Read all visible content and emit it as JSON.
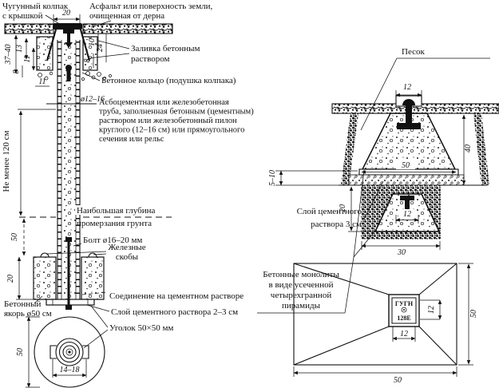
{
  "left": {
    "labels": {
      "cap": [
        "Чугунный колпак",
        "с крышкой"
      ],
      "asphalt": [
        "Асфальт или поверхность земли,",
        "очищенная от дерна"
      ],
      "grout": [
        "Заливка бетонным",
        "раствором"
      ],
      "ring": "Бетонное кольцо (подушка колпака)",
      "pipe_dia": "ø12–16",
      "pipe_note": [
        "Асбоцементная или железобетонная",
        "труба, заполненная бетонным (цементным)",
        "раствором или железобетонный пилон",
        "круглого (12–16 см) или прямоугольного",
        "сечения или рельс"
      ],
      "frost": [
        "Наибольшая глубина",
        "промерзания грунта"
      ],
      "bolt": "Болт ø16–20 мм",
      "staples": [
        "Железные",
        "скобы"
      ],
      "joint": "Соединение на цементном растворе",
      "mortar": "Слой цементного раствора 2–3 см",
      "angle": "Уголок 50×50 мм",
      "anchor": [
        "Бетонный",
        "якорь ø50 см"
      ],
      "min_depth": "Не менее 120 см"
    },
    "dims": {
      "top_width": "20",
      "d37_40": "37–40",
      "d13": "13",
      "d11a": "11",
      "d8a": "8",
      "d11b": "11",
      "d10": "10",
      "d24": "24",
      "d8b": "8",
      "d50_frost": "50",
      "d20_anchor": "20",
      "d50_plan": "50",
      "d14_18": "14–18"
    }
  },
  "right": {
    "labels": {
      "sand": "Песок",
      "cement": [
        "Слой цементного",
        "раствора 3 см"
      ],
      "monolith": [
        "Бетонные монолиты",
        "в виде усеченной",
        "четырехгранной",
        "пирамиды"
      ]
    },
    "dims": {
      "top12": "12",
      "h40": "40",
      "w50": "50",
      "d5_10": "5–10",
      "h20": "20",
      "inner12": "12",
      "w30": "30",
      "plan12r": "12",
      "plan12b": "12",
      "plan50r": "50",
      "plan50b": "50"
    },
    "plaque": [
      "ГУГН",
      "128Е"
    ]
  }
}
